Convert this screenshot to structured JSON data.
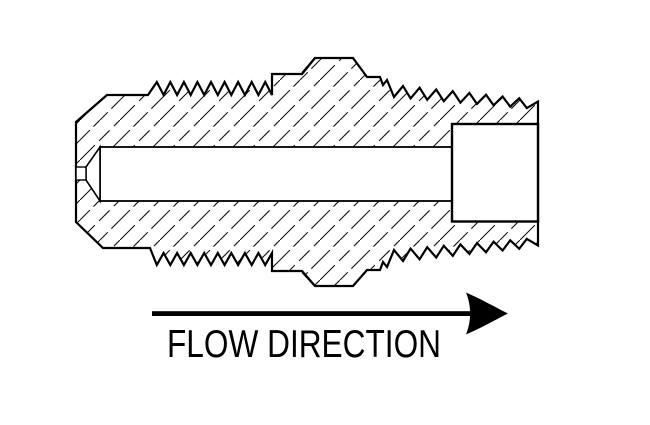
{
  "figure": {
    "subject": "threaded fitting cross-section drawing",
    "flow_label": "FLOW DIRECTION",
    "arrow": {
      "icon": "right-arrow",
      "direction": "right"
    },
    "colors": {
      "line": "#000000",
      "background": "#ffffff"
    }
  }
}
